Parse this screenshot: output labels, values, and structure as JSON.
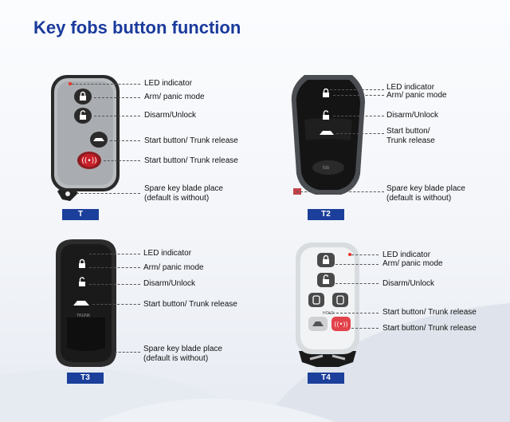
{
  "title": "Key fobs button function",
  "colors": {
    "title": "#1a3a9c",
    "tag_bg": "#1b3f9a",
    "panic": "#c8202a",
    "led": "#e33322"
  },
  "fobs": [
    {
      "tag": "T",
      "labels": [
        "LED indicator",
        "Arm/ panic mode",
        "Disarm/Unlock",
        "Start button/ Trunk release",
        "Start button/ Trunk release",
        "Spare key blade place",
        "(default is without)"
      ]
    },
    {
      "tag": "T2",
      "labels": [
        "LED indicator",
        "Arm/ panic mode",
        "Disarm/Unlock",
        "Start button/",
        "Trunk release",
        "Spare key blade place",
        "(default is without)"
      ]
    },
    {
      "tag": "T3",
      "labels": [
        "LED indicator",
        "Arm/ panic mode",
        "Disarm/Unlock",
        "Start button/ Trunk release",
        "Spare key blade place",
        "(default is without)"
      ]
    },
    {
      "tag": "T4",
      "labels": [
        "LED indicator",
        "Arm/ panic mode",
        "Disarm/Unlock",
        "Start button/ Trunk release",
        "Start button/ Trunk release"
      ]
    }
  ],
  "icons": [
    "lock-icon",
    "unlock-icon",
    "trunk-car-icon",
    "panic-icon",
    "sliding-door-icon"
  ],
  "fob_text": {
    "t2_bottom": "fob",
    "t3_small": "TRUNK",
    "t4_hold": "HOLD"
  }
}
